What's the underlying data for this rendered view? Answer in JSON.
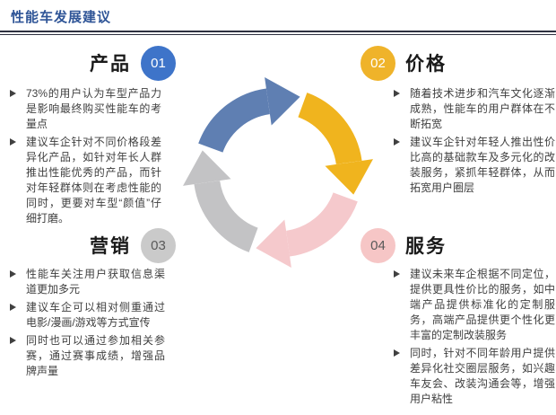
{
  "title": "性能车发展建议",
  "sections": [
    {
      "number": "01",
      "label": "产品",
      "bullets": [
        "73%的用户认为车型产品力是影响最终购买性能车的考量点",
        "建议车企针对不同价格段差异化产品，如针对年长人群推出性能优秀的产品，而针对年轻群体则在考虑性能的同时，更要对车型“颜值”仔细打磨。"
      ]
    },
    {
      "number": "02",
      "label": "价格",
      "bullets": [
        "随着技术进步和汽车文化逐渐成熟，性能车的用户群体在不断拓宽",
        "建议车企针对年轻人推出性价比高的基础款车及多元化的改装服务，紧抓年轻群体，从而拓宽用户圈层"
      ]
    },
    {
      "number": "03",
      "label": "营销",
      "bullets": [
        "性能车关注用户获取信息渠道更加多元",
        "建议车企可以相对侧重通过电影/漫画/游戏等方式宣传",
        "同时也可以通过参加相关参赛，通过赛事成绩，增强品牌声量"
      ]
    },
    {
      "number": "04",
      "label": "服务",
      "bullets": [
        "建议未来车企根据不同定位，提供更具性价比的服务，如中端产品提供标准化的定制服务，高端产品提供更个性化更丰富的定制改装服务",
        "同时，针对不同年龄用户提供差异化社交圈层服务，如兴趣车友会、改装沟通会等，增强用户粘性"
      ]
    }
  ],
  "diagram": {
    "type": "cycle",
    "direction": "clockwise",
    "arrows": [
      {
        "name": "product-arrow",
        "position": "top-left",
        "color": "#5F7FB2"
      },
      {
        "name": "price-arrow",
        "position": "top-right",
        "color": "#F0B41E"
      },
      {
        "name": "service-arrow",
        "position": "bottom-right",
        "color": "#F5C9CC"
      },
      {
        "name": "marketing-arrow",
        "position": "bottom-left",
        "color": "#C3C3C5"
      }
    ]
  },
  "colors": {
    "title": "#2F5597",
    "divider": "#2E3140",
    "badge_01": "#3E74C9",
    "badge_02": "#EFB32A",
    "badge_03": "#CACACA",
    "badge_04": "#F6C6C6",
    "body_text": "#404040"
  }
}
